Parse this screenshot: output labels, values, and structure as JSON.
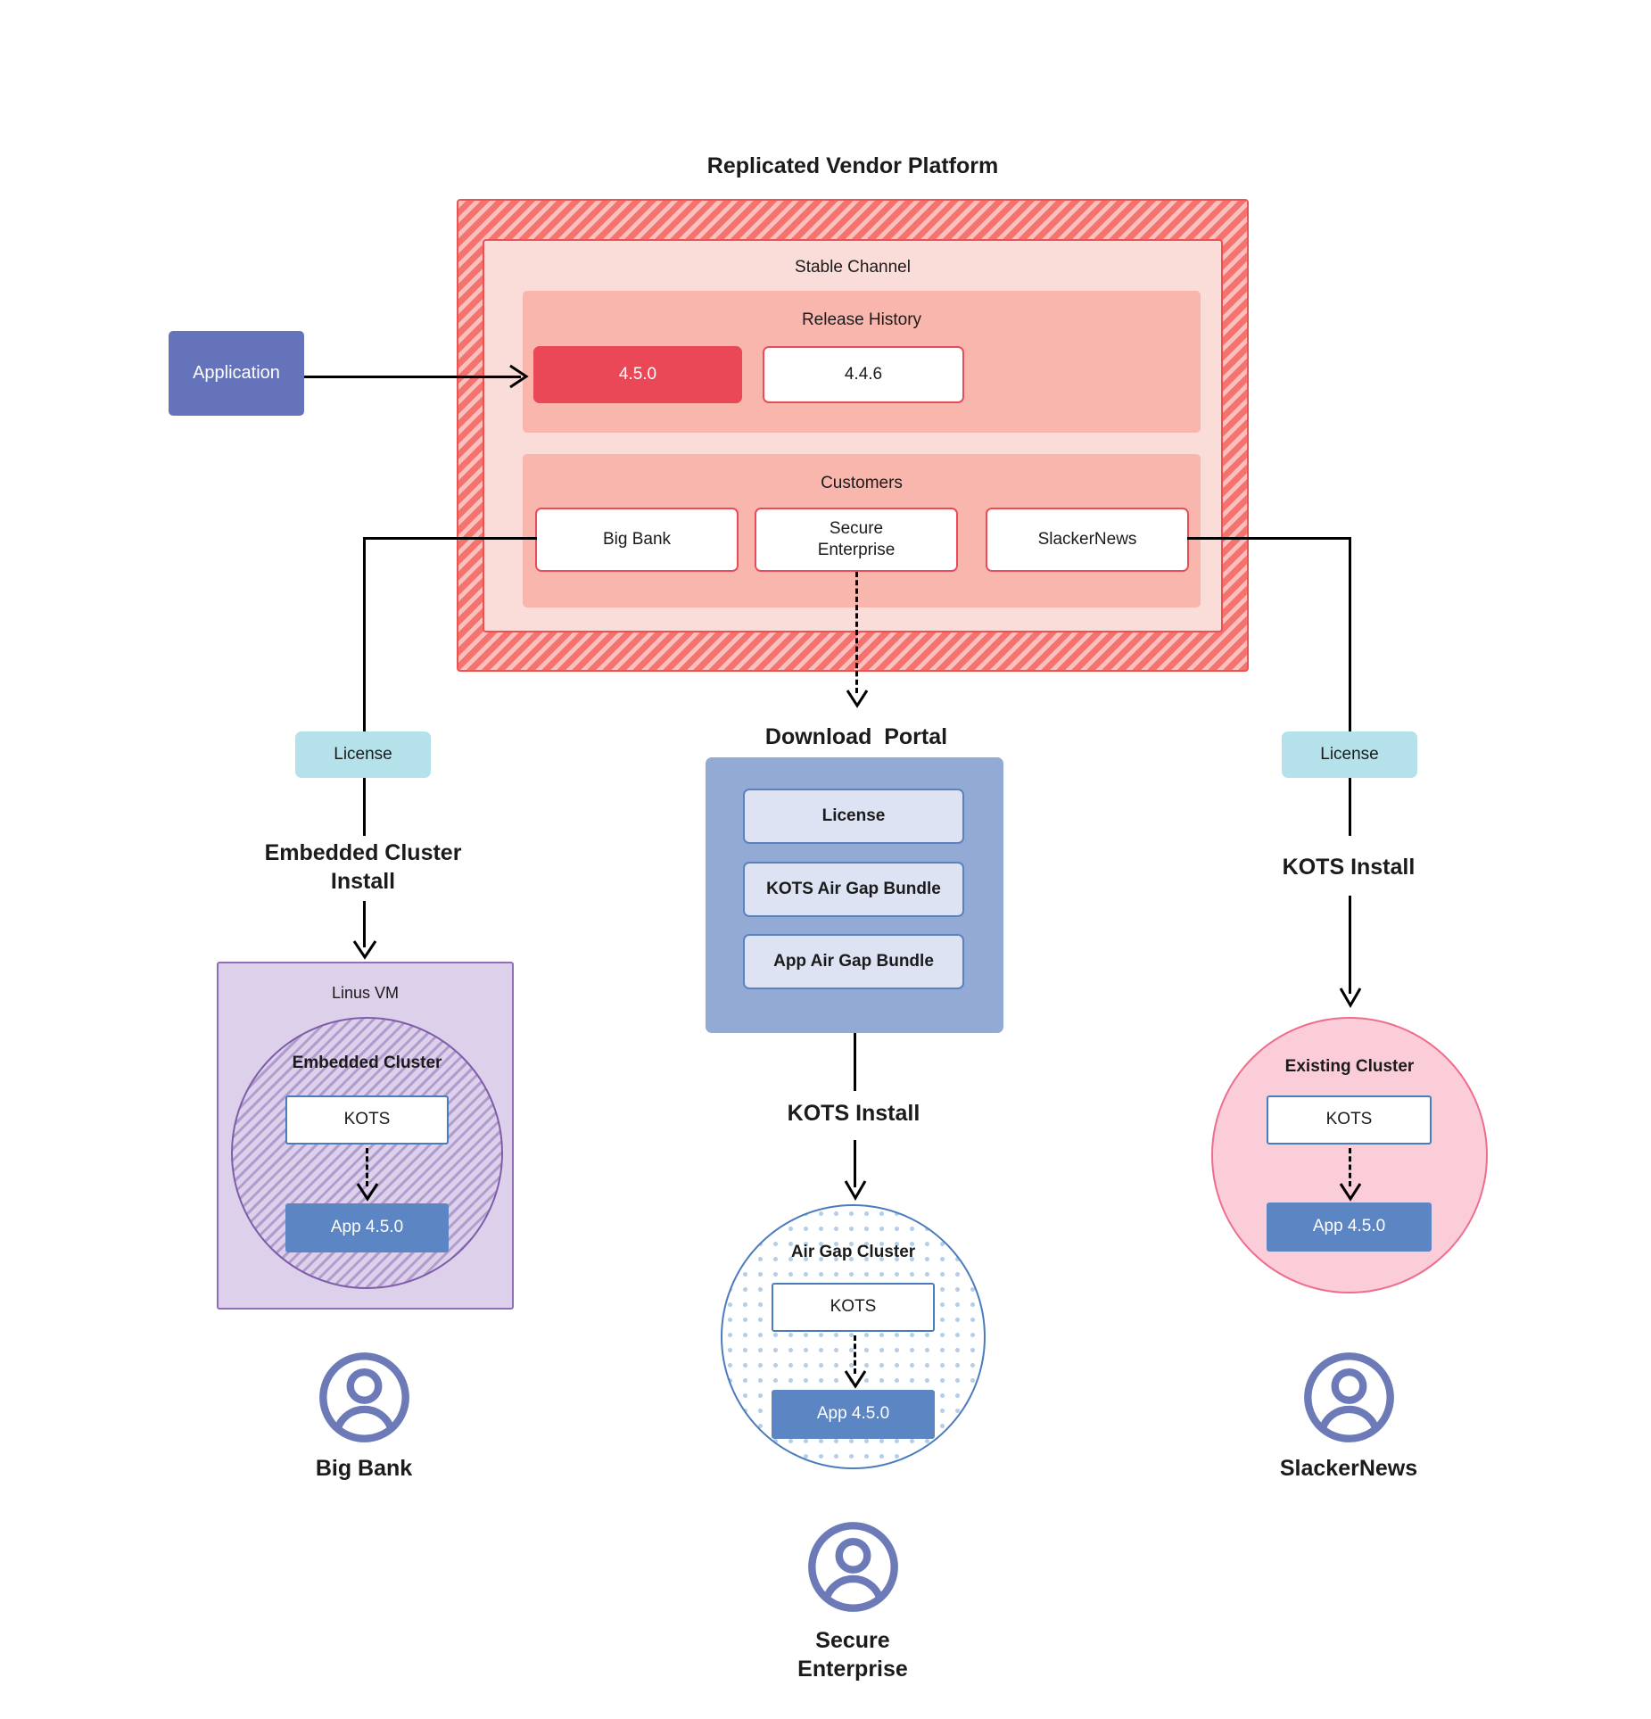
{
  "diagram": {
    "title": "Replicated Vendor Platform",
    "vendor_platform": {
      "label": "Replicated Vendor Platform",
      "stable_channel": {
        "label": "Stable Channel",
        "release_history": {
          "label": "Release History",
          "releases": [
            {
              "version": "4.5.0",
              "state": "current"
            },
            {
              "version": "4.4.6",
              "state": "previous"
            }
          ]
        },
        "customers": {
          "label": "Customers",
          "items": [
            {
              "name": "Big Bank"
            },
            {
              "name": "Secure\nEnterprise"
            },
            {
              "name": "SlackerNews"
            }
          ]
        }
      }
    },
    "application": {
      "label": "Application"
    },
    "licenses": {
      "left_label": "License",
      "right_label": "License"
    },
    "flow_labels": {
      "embedded_cluster_install": "Embedded Cluster\nInstall",
      "kots_install_center": "KOTS Install",
      "kots_install_right": "KOTS Install"
    },
    "download_portal": {
      "title": "Download  Portal",
      "items": [
        {
          "label": "License"
        },
        {
          "label": "KOTS Air Gap Bundle"
        },
        {
          "label": "App Air Gap Bundle"
        }
      ]
    },
    "left_stack": {
      "vm_label": "Linus VM",
      "cluster_label": "Embedded Cluster",
      "kots_label": "KOTS",
      "app_label": "App 4.5.0",
      "persona": "Big Bank",
      "persona_icon": "user-avatar-icon"
    },
    "center_stack": {
      "cluster_label": "Air Gap Cluster",
      "kots_label": "KOTS",
      "app_label": "App 4.5.0",
      "persona": "Secure\nEnterprise",
      "persona_icon": "user-avatar-icon"
    },
    "right_stack": {
      "cluster_label": "Existing Cluster",
      "kots_label": "KOTS",
      "app_label": "App 4.5.0",
      "persona": "SlackerNews",
      "persona_icon": "user-avatar-icon"
    },
    "colors": {
      "vendor_platform_hatch": "#f4736f",
      "stable_channel_bg": "#fadcd8",
      "sub_panel_bg": "#f8b6ad",
      "release_current_bg": "#ea4757",
      "release_border": "#ea4b58",
      "application_bg": "#6574ba",
      "license_bg": "#b4e1ea",
      "download_portal_bg": "#93aad5",
      "portal_item_bg": "#dde3f3",
      "linux_vm_bg": "#dcd0ea",
      "embedded_cluster_border": "#7f5da8",
      "airgap_cluster_border": "#4a7cbd",
      "existing_cluster_bg": "#fbcdd8",
      "existing_cluster_border": "#ef6d8c",
      "app_box_bg": "#5b86c3",
      "kots_box_border": "#4a7cbd",
      "avatar_color": "#6d7ab8"
    }
  }
}
